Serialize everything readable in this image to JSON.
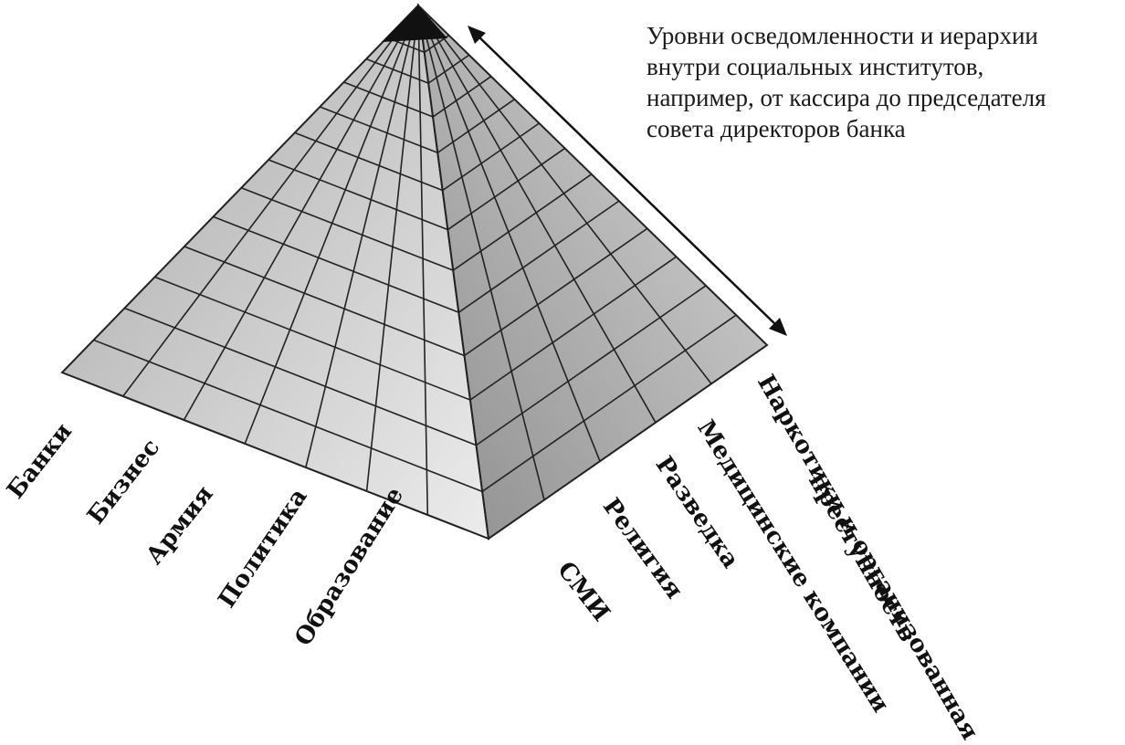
{
  "description": {
    "lines": [
      "Уровни осведомленности и иерархии",
      "внутри социальных институтов,",
      "например, от кассира до председателя",
      "совета директоров банка"
    ]
  },
  "left_face_labels": [
    "Банки",
    "Бизнес",
    "Армия",
    "Политика",
    "Образование"
  ],
  "right_face_labels": [
    "СМИ",
    "Религия",
    "Разведка",
    "Медицинские компании",
    "Наркотики и организованная",
    "преступность"
  ],
  "colors": {
    "apex": "#111111",
    "grid_line": "#222222",
    "left_face_light": "#ececec",
    "left_face_dark": "#a8a8a8",
    "right_face_light": "#d8d8d8",
    "right_face_dark": "#8e8e8e"
  }
}
